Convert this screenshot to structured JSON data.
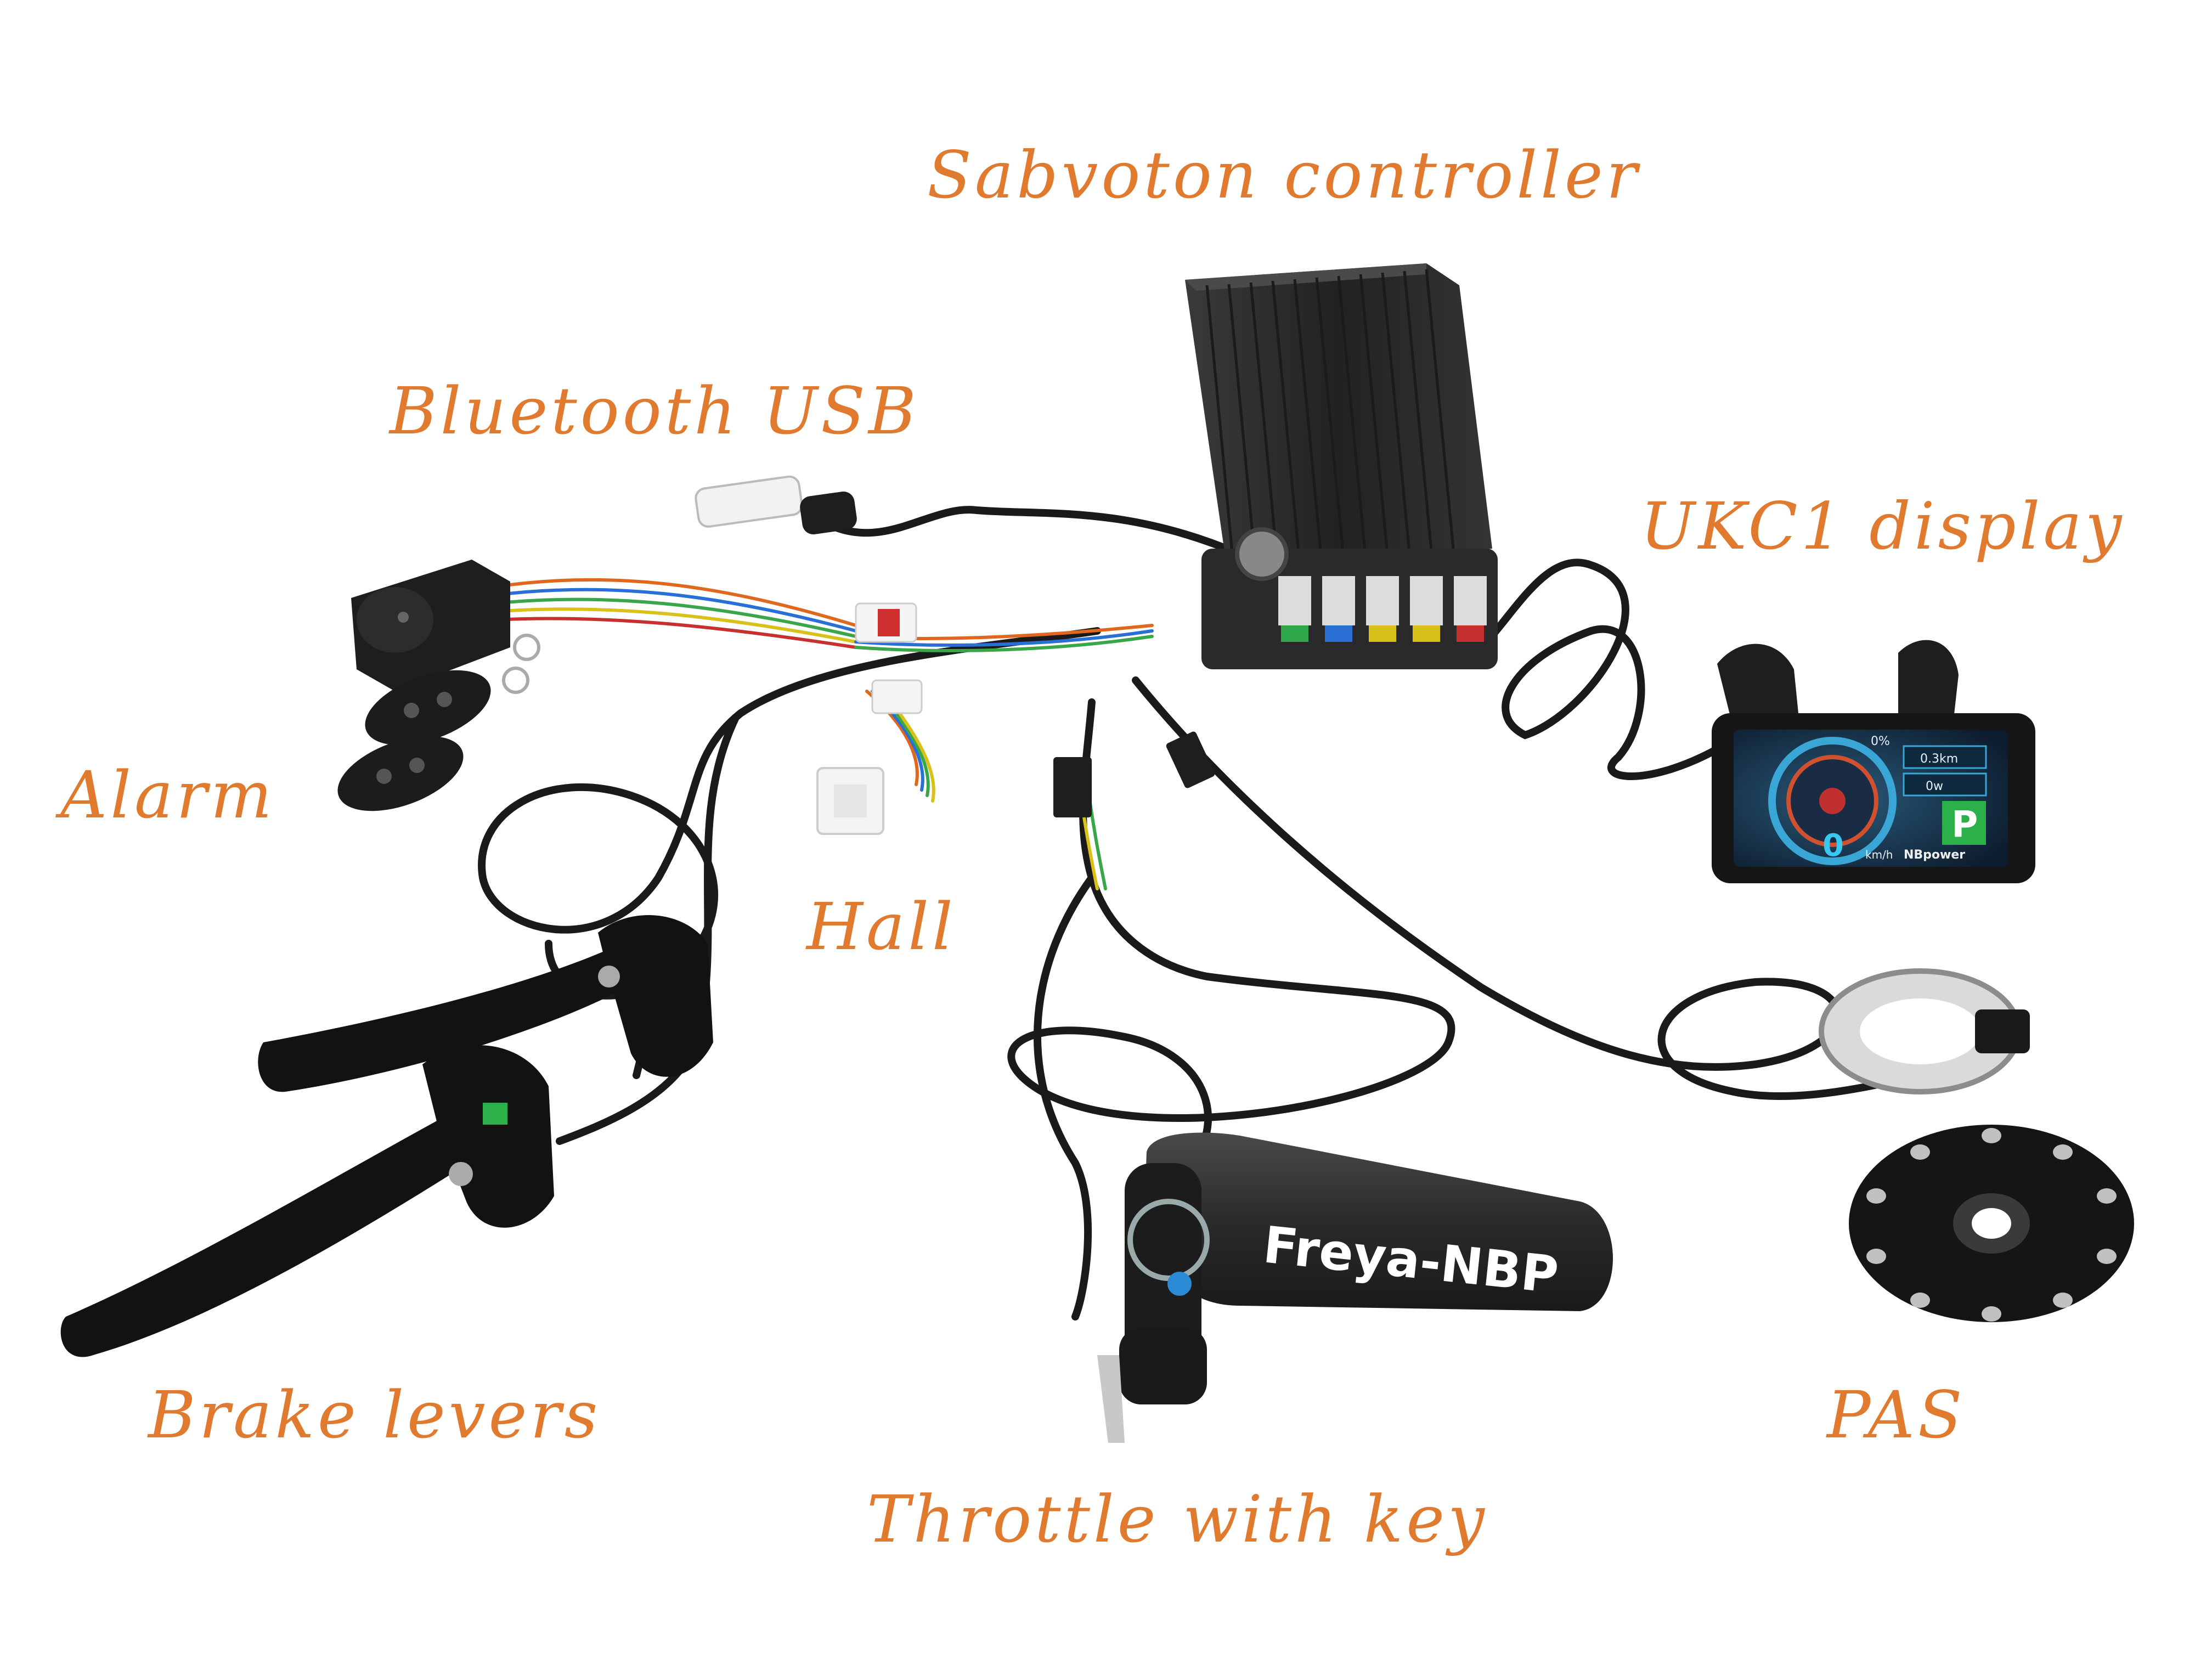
{
  "labels": {
    "controller": "Sabvoton controller",
    "bluetooth_usb": "Bluetooth USB",
    "display": "UKC1 display",
    "alarm": "Alarm",
    "hall": "Hall",
    "brake_levers": "Brake levers",
    "pas": "PAS",
    "throttle": "Throttle with key"
  },
  "throttle_grip_text": "Freya-NBP",
  "display_screen": {
    "battery_percent": "0%",
    "trip": "0.3km",
    "power": "0w",
    "speed": "0",
    "speed_unit": "km/h",
    "gear": "P",
    "brand": "NBpower"
  },
  "colors": {
    "label": "#e07a2e",
    "cable": "#1a1a1a",
    "controller_body": "#2b2b2d"
  }
}
